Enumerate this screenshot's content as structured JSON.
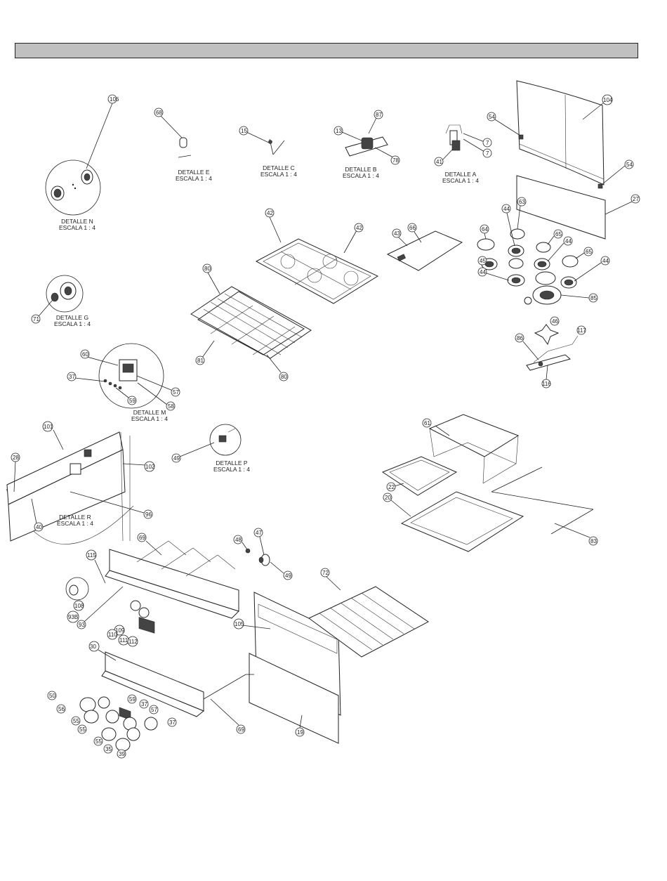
{
  "header": {
    "title": ""
  },
  "details": {
    "n": {
      "line1": "DETALLE N",
      "line2": "ESCALA 1 : 4"
    },
    "e": {
      "line1": "DETALLE E",
      "line2": "ESCALA 1 : 4"
    },
    "c": {
      "line1": "DETALLE C",
      "line2": "ESCALA 1 : 4"
    },
    "b": {
      "line1": "DETALLE B",
      "line2": "ESCALA 1 : 4"
    },
    "a": {
      "line1": "DETALLE A",
      "line2": "ESCALA 1 : 4"
    },
    "g": {
      "line1": "DETALLE G",
      "line2": "ESCALA 1 : 4"
    },
    "m": {
      "line1": "DETALLE M",
      "line2": "ESCALA 1 : 4"
    },
    "p": {
      "line1": "DETALLE P",
      "line2": "ESCALA 1 : 4"
    },
    "r": {
      "line1": "DETALLE R",
      "line2": "ESCALA 1 : 4"
    }
  },
  "callouts": {
    "c106": "106",
    "c68": "68",
    "c15": "15",
    "c87": "87",
    "c13": "13",
    "c78": "78",
    "c54a": "54",
    "c7a": "7",
    "c7b": "7",
    "c41": "41",
    "c104": "104",
    "c54b": "54",
    "c27": "27",
    "c42a": "42",
    "c42b": "42",
    "c43": "43",
    "c66": "66",
    "c64": "64",
    "c44a": "44",
    "c63": "63",
    "c65a": "65",
    "c44b": "44",
    "c65b": "65",
    "c45": "45",
    "c44c": "44",
    "c44d": "44",
    "c44e": "44",
    "c85": "85",
    "c80a": "80",
    "c81": "81",
    "c80b": "80",
    "c71": "71",
    "c46": "46",
    "c117": "117",
    "c86": "86",
    "c116": "116",
    "c60": "60",
    "c37a": "37",
    "c59a": "59",
    "c57a": "57",
    "c58a": "58",
    "c101": "101",
    "c28": "28",
    "c102": "102",
    "c40": "40",
    "c96": "96",
    "c49a": "49",
    "c61": "61",
    "c22": "22",
    "c20": "20",
    "c83": "83",
    "c115": "115",
    "c69a": "69",
    "c48": "48",
    "c47": "47",
    "c49b": "49",
    "c72": "72",
    "c108": "108",
    "c93b": "93B",
    "c93": "93",
    "c109": "109",
    "c110": "110",
    "c111": "111",
    "c112": "112",
    "c105": "105",
    "c30": "30",
    "c50": "50",
    "c56": "56",
    "c59b": "59",
    "c37b": "37",
    "c57b": "57",
    "c55a": "55",
    "c55b": "55",
    "c37c": "37",
    "c55c": "55",
    "c35": "35",
    "c39": "39",
    "c69b": "69",
    "c19": "19"
  }
}
